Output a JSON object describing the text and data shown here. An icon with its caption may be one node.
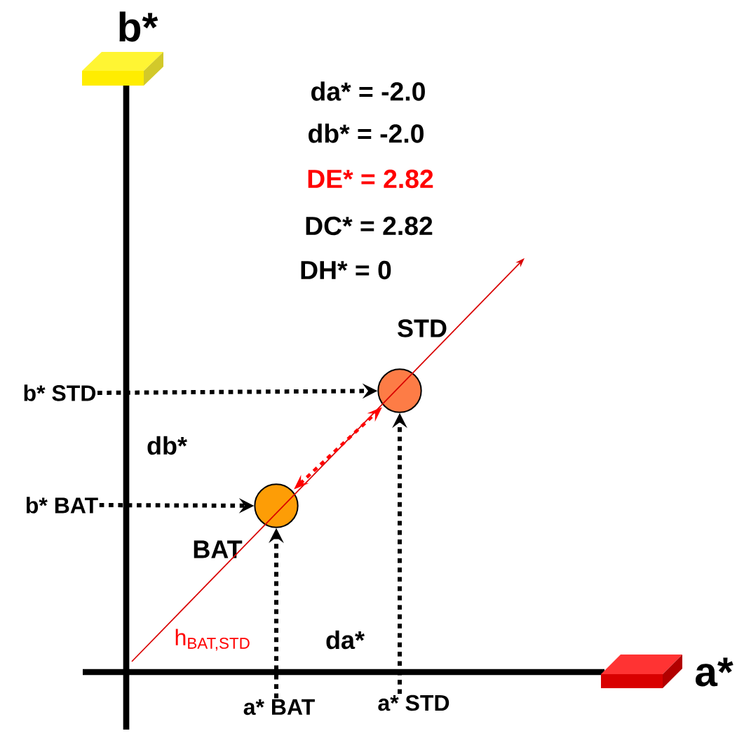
{
  "diagram": {
    "nodes": [
      {
        "text": [],
        "shape": "circle",
        "beside": [
          "STD"
        ]
      },
      {
        "text": [],
        "shape": "circle",
        "beside": [
          "BAT"
        ]
      },
      {
        "text": [
          "b* STD"
        ]
      },
      {
        "text": [
          "b* BAT"
        ]
      },
      {
        "text": [
          "a* BAT"
        ]
      },
      {
        "text": [
          "a* STD"
        ]
      }
    ],
    "edges": [
      {
        "from": 2,
        "to": 0,
        "arrow": "to",
        "style": "dashed"
      },
      {
        "from": 3,
        "to": 1,
        "arrow": "to",
        "style": "dashed"
      },
      {
        "from": 4,
        "to": 1,
        "arrow": "to",
        "style": "dashed"
      },
      {
        "from": 5,
        "to": 0,
        "arrow": "to",
        "style": "dashed"
      },
      {
        "from": 1,
        "to": 0,
        "arrow": "both",
        "style": "dashed",
        "color": "#ff0000"
      }
    ],
    "labels": [
      "b*",
      "a*",
      "da* = -2.0",
      "db* = -2.0",
      "DE* = 2.82",
      "DC* = 2.82",
      "DH* = 0",
      "db*",
      "da*",
      "h$_{BAT,STD}$"
    ]
  }
}
